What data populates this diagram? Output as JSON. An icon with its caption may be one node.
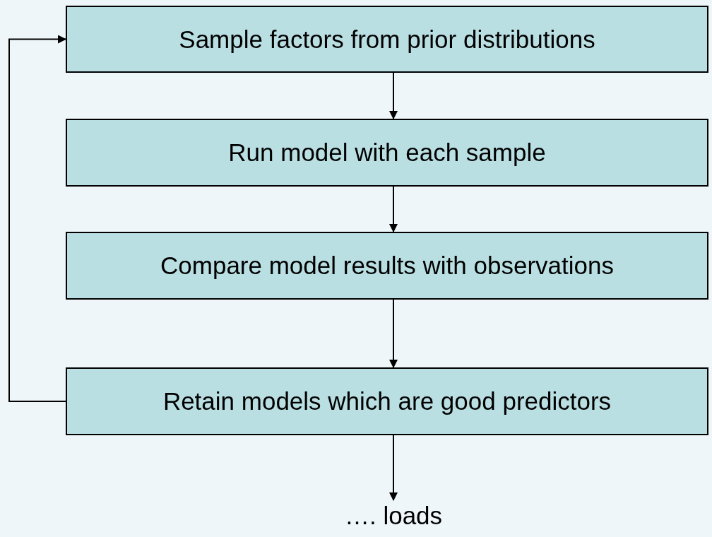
{
  "diagram": {
    "nodes": [
      {
        "text": [
          "Sample factors from prior distributions"
        ]
      },
      {
        "text": [
          "Run model with each sample"
        ]
      },
      {
        "text": [
          "Compare model results with observations"
        ]
      },
      {
        "text": [
          "Retain models which are good predictors"
        ]
      },
      {
        "text": [
          "…. loads"
        ]
      }
    ],
    "edges": [
      {
        "from": 0,
        "to": 1,
        "arrow": "to"
      },
      {
        "from": 1,
        "to": 2,
        "arrow": "to"
      },
      {
        "from": 2,
        "to": 3,
        "arrow": "to"
      },
      {
        "from": 3,
        "to": 4,
        "arrow": "to"
      },
      {
        "from": 3,
        "to": 0,
        "arrow": "to"
      }
    ]
  }
}
